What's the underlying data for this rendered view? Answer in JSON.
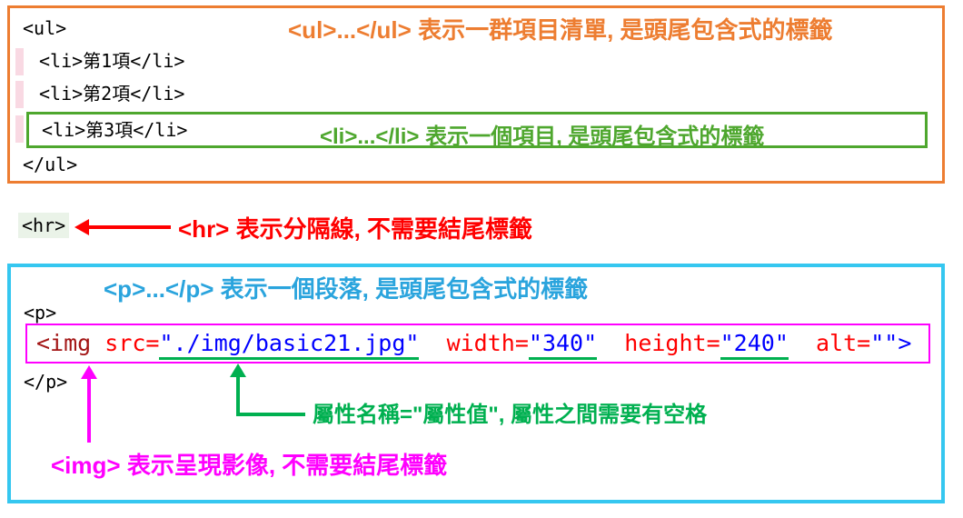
{
  "colors": {
    "orange": "#ED7D31",
    "green_box": "#4EA72E",
    "green_bright": "#00B050",
    "red": "#FF0000",
    "cyan": "#35C7F0",
    "blue_annotation": "#2AA4DD",
    "magenta": "#FF00FF",
    "code_tag": "#A31515",
    "code_attr": "#FF0000",
    "code_value": "#0000FF",
    "pink_gutter": "#F9D9E3",
    "hr_highlight": "#EAF3E8"
  },
  "ul_section": {
    "line_ul_open": "<ul>",
    "line_li1": "<li>第1項</li>",
    "line_li2": "<li>第2項</li>",
    "line_li3": "<li>第3項</li>",
    "line_ul_close": "</ul>",
    "annotation_ul": "<ul>...</ul> 表示一群項目清單, 是頭尾包含式的標籤",
    "annotation_li": "<li>...</li> 表示一個項目, 是頭尾包含式的標籤"
  },
  "hr_section": {
    "code": "<hr>",
    "annotation": "<hr> 表示分隔線, 不需要結尾標籤"
  },
  "p_section": {
    "annotation_p": "<p>...</p> 表示一個段落, 是頭尾包含式的標籤",
    "line_p_open": "<p>",
    "line_p_close": "</p>",
    "img_code": [
      {
        "text": "<img ",
        "type": "tag"
      },
      {
        "text": "src=",
        "type": "attr"
      },
      {
        "text": "\"./img/basic21.jpg\"",
        "type": "value",
        "underline": true
      },
      {
        "text": "  ",
        "type": "plain"
      },
      {
        "text": "width=",
        "type": "attr"
      },
      {
        "text": "\"340\"",
        "type": "value",
        "underline": true
      },
      {
        "text": "  ",
        "type": "plain"
      },
      {
        "text": "height=",
        "type": "attr"
      },
      {
        "text": "\"240\"",
        "type": "value",
        "underline": true
      },
      {
        "text": "  ",
        "type": "plain"
      },
      {
        "text": "alt=",
        "type": "attr"
      },
      {
        "text": "\"\"",
        "type": "value",
        "underline": false
      },
      {
        "text": ">",
        "type": "bracket"
      }
    ],
    "annotation_attr": "屬性名稱=\"屬性值\", 屬性之間需要有空格",
    "annotation_img": "<img> 表示呈現影像, 不需要結尾標籤"
  }
}
